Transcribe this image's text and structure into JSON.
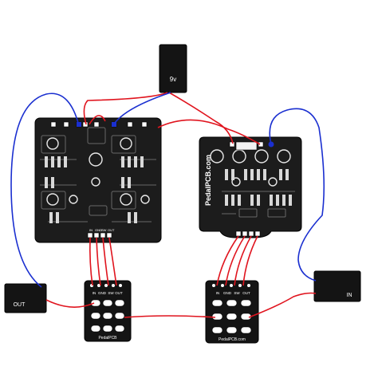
{
  "battery": {
    "label": "9v"
  },
  "jacks": {
    "out_label": "OUT",
    "in_label": "IN"
  },
  "footswitch_left": {
    "pad_labels": [
      "IN",
      "GND",
      "SW",
      "OUT"
    ],
    "brand": "PedalPCB"
  },
  "footswitch_right": {
    "pad_labels": [
      "IN",
      "GND",
      "SW",
      "OUT"
    ],
    "brand": "PedalPCB.com"
  },
  "board_left": {
    "pad_labels": [
      "IN",
      "GND",
      "SW",
      "OUT"
    ]
  },
  "board_right": {
    "brand": "PedalPCB.com"
  },
  "colors": {
    "wire_red": "#e0141e",
    "wire_blue": "#1a2fd0",
    "pcb": "#1c1c1c",
    "battery": "#141414"
  }
}
